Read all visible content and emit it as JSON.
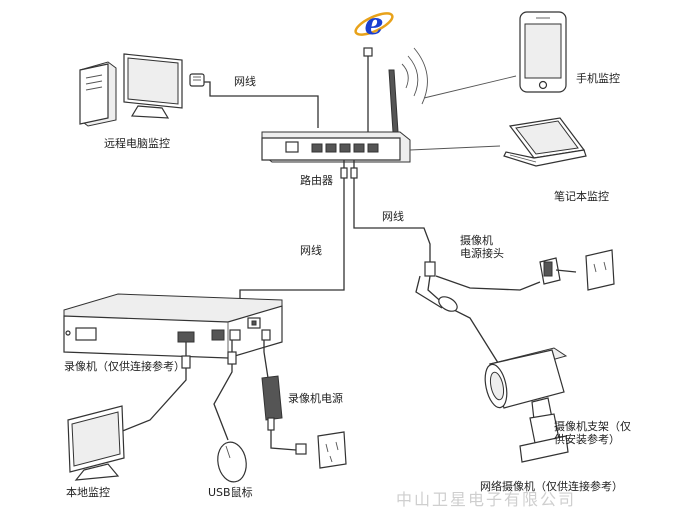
{
  "labels": {
    "remote_pc": "远程电脑监控",
    "cable_top": "网线",
    "phone": "手机监控",
    "router": "路由器",
    "laptop": "笔记本监控",
    "cable_camera": "网线",
    "cable_dvr": "网线",
    "camera_power": "摄像机\n电源接头",
    "dvr": "录像机（仅供连接参考）",
    "dvr_power": "录像机电源",
    "bracket": "摄像机支架（仅\n供安装参考）",
    "local_monitor": "本地监控",
    "usb_mouse": "USB鼠标",
    "network_camera": "网络摄像机（仅供连接参考）",
    "watermark": "中山卫星电子有限公司"
  },
  "icons": {
    "browser": "ie-browser-icon"
  },
  "colors": {
    "ie_blue": "#1a3fd0",
    "ie_ring": "#e8a21a"
  }
}
